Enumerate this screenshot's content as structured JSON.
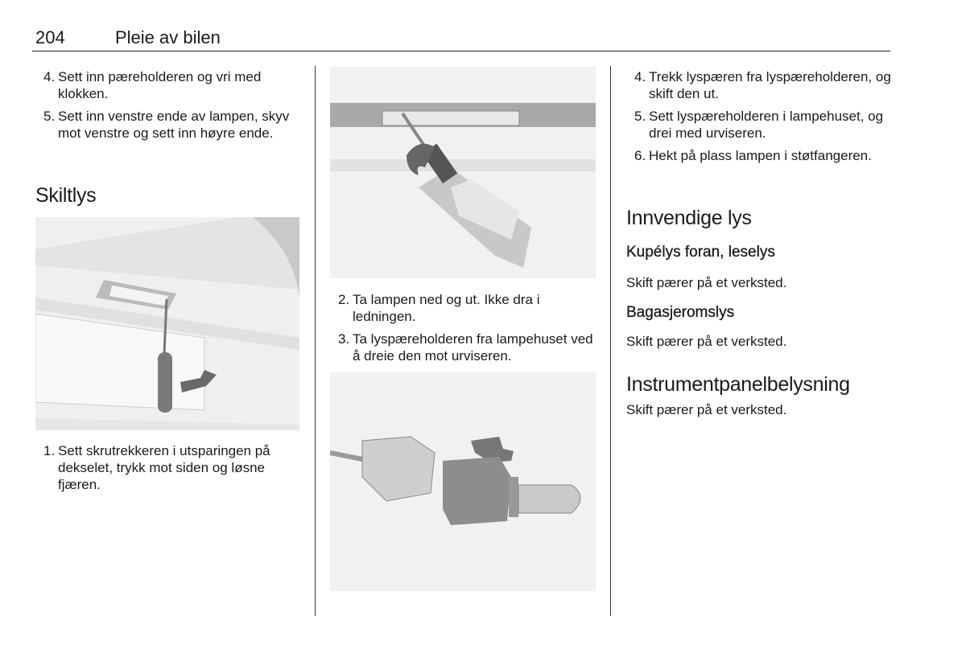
{
  "header": {
    "page_number": "204",
    "title": "Pleie av bilen"
  },
  "col1": {
    "steps": [
      {
        "n": "4.",
        "text": "Sett inn pæreholderen og vri med klokken."
      },
      {
        "n": "5.",
        "text": "Sett inn venstre ende av lampen, skyv mot venstre og sett inn høyre ende."
      }
    ],
    "heading": "Skiltlys",
    "steps2": [
      {
        "n": "1.",
        "text": "Sett skrutrekkeren i utsparingen på dekselet, trykk mot siden og løsne fjæren."
      }
    ]
  },
  "col2": {
    "steps": [
      {
        "n": "2.",
        "text": "Ta lampen ned og ut. Ikke dra i ledningen."
      },
      {
        "n": "3.",
        "text": "Ta lyspæreholderen fra lampehuset ved å dreie den mot urviseren."
      }
    ]
  },
  "col3": {
    "steps": [
      {
        "n": "4.",
        "text": "Trekk lyspæren fra lyspæreholderen, og skift den ut."
      },
      {
        "n": "5.",
        "text": "Sett lyspæreholderen i lampehuset, og drei med urviseren."
      },
      {
        "n": "6.",
        "text": "Hekt på plass lampen i støtfangeren."
      }
    ],
    "heading1": "Innvendige lys",
    "sub1": "Kupélys foran, leselys",
    "text1": "Skift pærer på et verksted.",
    "sub2": "Bagasjeromslys",
    "text2": "Skift pærer på et verksted.",
    "heading2": "Instrumentpanelbelysning",
    "text3": "Skift pærer på et verksted."
  }
}
